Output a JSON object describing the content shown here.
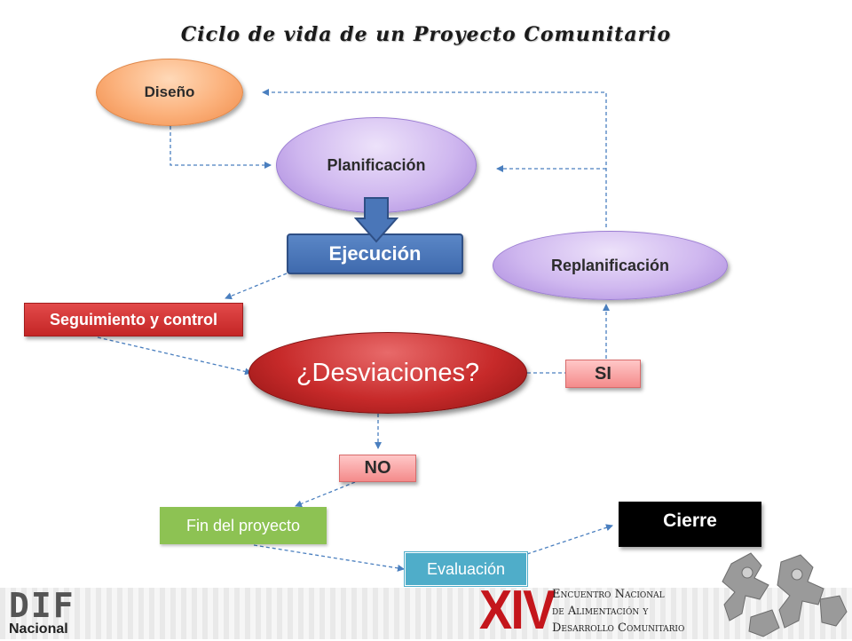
{
  "title": "Ciclo de vida de un Proyecto Comunitario",
  "nodes": {
    "diseno": "Diseño",
    "planificacion": "Planificación",
    "ejecucion": "Ejecución",
    "replanificacion": "Replanificación",
    "seguimiento": "Seguimiento y control",
    "desviaciones": "¿Desviaciones?",
    "si": "SI",
    "no": "NO",
    "fin": "Fin del proyecto",
    "evaluacion": "Evaluación",
    "cierre": "Cierre"
  },
  "footer": {
    "logo_letters": "DIF",
    "logo_sub": "Nacional",
    "edition": "XIV",
    "event_line1": "Encuentro Nacional",
    "event_line2": "de Alimentación y",
    "event_line3": "Desarrollo Comunitario"
  },
  "colors": {
    "connector": "#4a7fbf",
    "diseno": "#fbb07a",
    "planificacion": "#cfb7ef",
    "ejecucion": "#4a76b8",
    "seguimiento": "#d33434",
    "desviaciones": "#c72a2a",
    "fin": "#8dc253",
    "evaluacion": "#4fadc9",
    "cierre": "#000000",
    "edition": "#c4161c"
  }
}
